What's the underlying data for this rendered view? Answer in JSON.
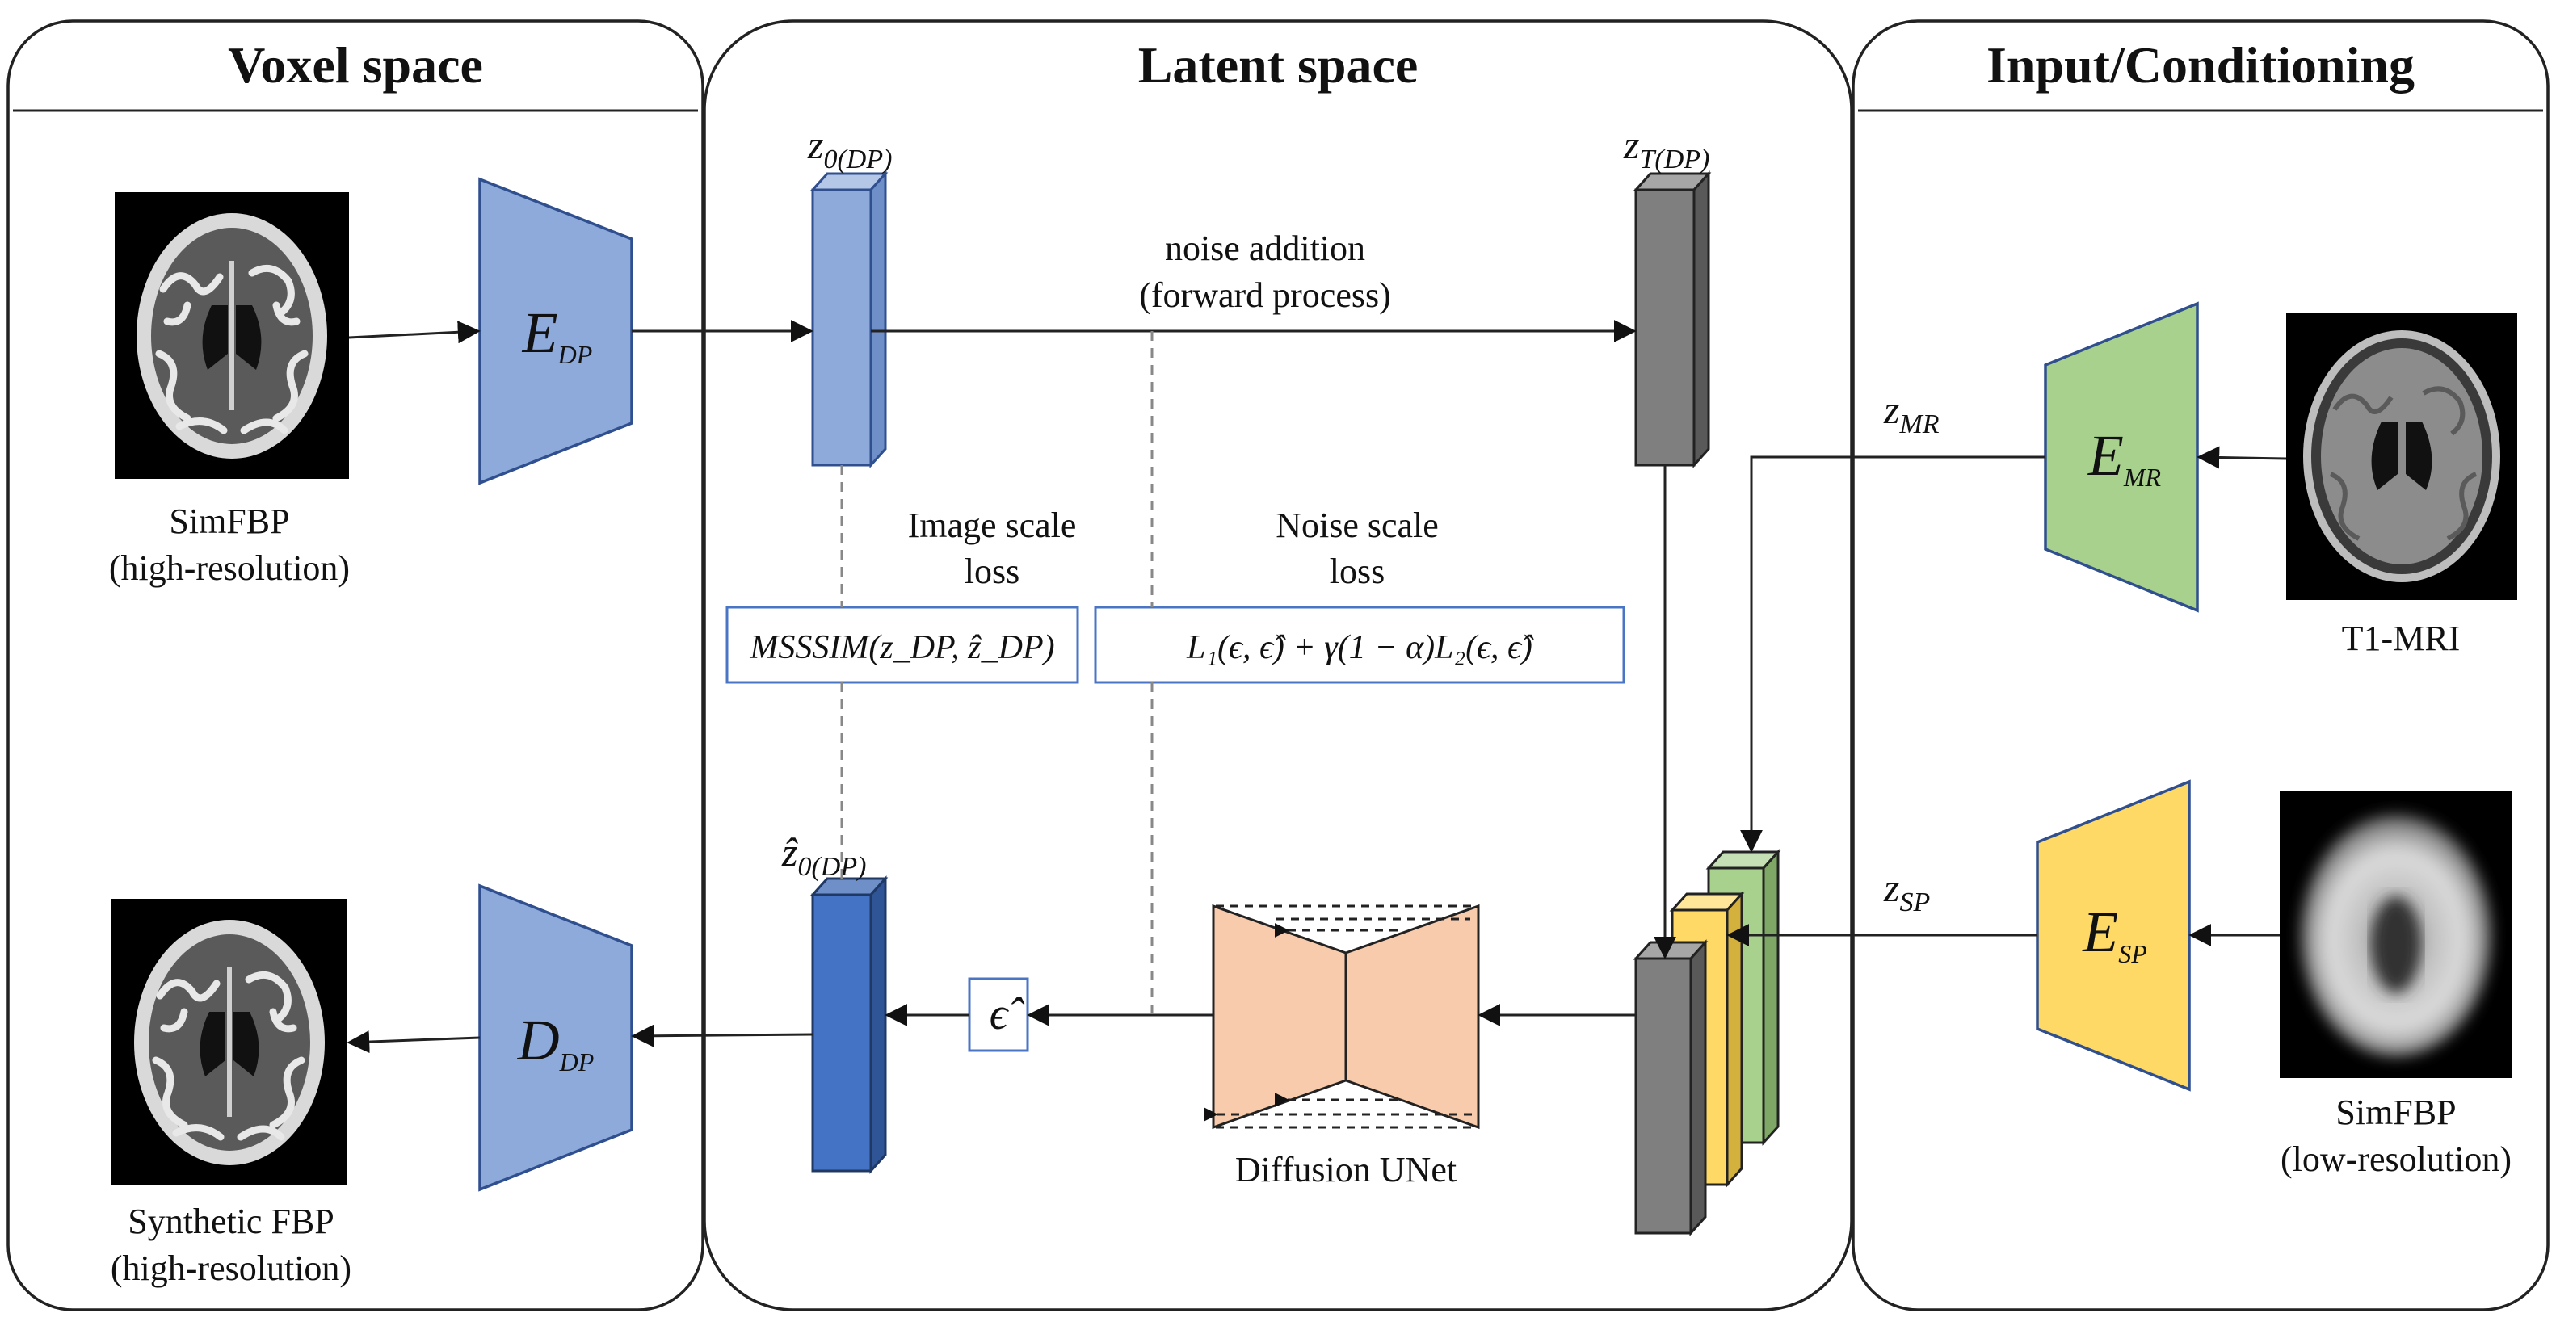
{
  "panels": {
    "voxel": "Voxel space",
    "latent": "Latent space",
    "input": "Input/Conditioning"
  },
  "images": {
    "simfbp_high": [
      "SimFBP",
      "(high-resolution)"
    ],
    "synthetic_fbp": [
      "Synthetic FBP",
      "(high-resolution)"
    ],
    "t1_mri": [
      "T1-MRI"
    ],
    "simfbp_low": [
      "SimFBP",
      "(low-resolution)"
    ]
  },
  "encoders": {
    "e_dp": {
      "main": "E",
      "sub": "DP"
    },
    "d_dp": {
      "main": "D",
      "sub": "DP"
    },
    "e_mr": {
      "main": "E",
      "sub": "MR"
    },
    "e_sp": {
      "main": "E",
      "sub": "SP"
    }
  },
  "latents": {
    "z0": {
      "main": "z",
      "sub": "0(DP)"
    },
    "zT": {
      "main": "z",
      "sub": "T(DP)"
    },
    "z0_hat": {
      "main": "ẑ",
      "sub": "0(DP)"
    },
    "z_mr": {
      "main": "z",
      "sub": "MR"
    },
    "z_sp": {
      "main": "z",
      "sub": "SP"
    }
  },
  "process": {
    "noise_addition": "noise addition",
    "forward_process": "(forward process)",
    "image_scale_loss": [
      "Image scale",
      "loss"
    ],
    "noise_scale_loss": [
      "Noise scale",
      "loss"
    ],
    "mssim_formula": "MSSSIM(z_DP, ẑ_DP)",
    "noise_formula": "L₁(ϵ, ϵ̂) + γ(1 − α)L₂(ϵ, ϵ̂)",
    "epsilon_hat": "ϵ̂",
    "unet_label": "Diffusion UNet"
  },
  "colors": {
    "encoder_blue": "#8eaadb",
    "encoder_green": "#a9d18e",
    "encoder_yellow": "#ffd966",
    "latent_light_blue": "#8eaadb",
    "latent_dark_blue": "#4472c4",
    "latent_gray": "#7f7f7f",
    "unet_peach": "#f8cbad",
    "box_stroke": "#4a74c4"
  }
}
